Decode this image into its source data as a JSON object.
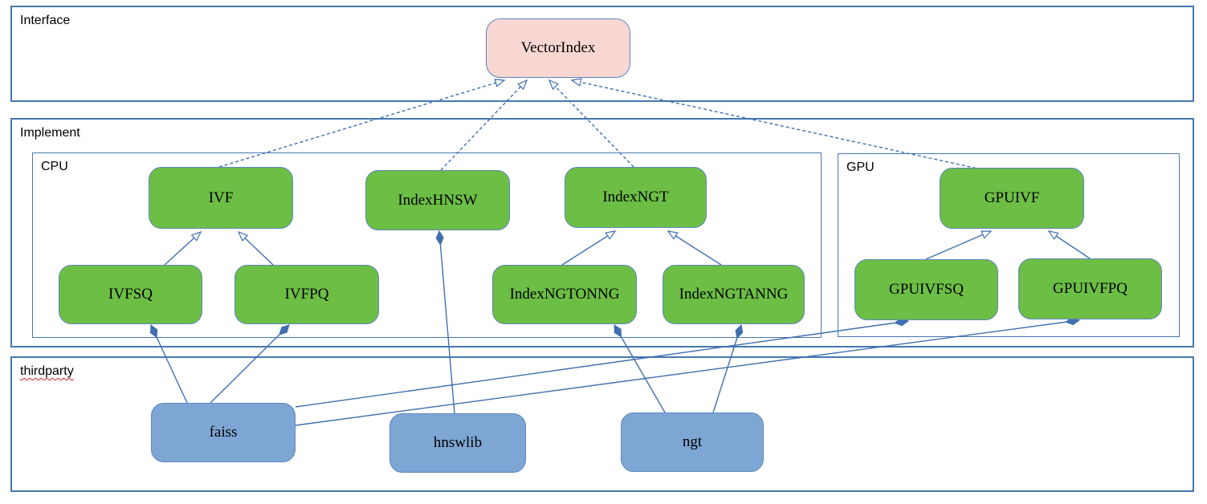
{
  "diagram": {
    "sections": {
      "interface": {
        "label": "Interface"
      },
      "implement": {
        "label": "Implement"
      },
      "cpu": {
        "label": "CPU"
      },
      "gpu": {
        "label": "GPU"
      },
      "thirdparty": {
        "label": "thirdparty"
      }
    },
    "nodes": {
      "vectorindex": {
        "label": "VectorIndex"
      },
      "ivf": {
        "label": "IVF"
      },
      "indexhnsw": {
        "label": "IndexHNSW"
      },
      "indexngt": {
        "label": "IndexNGT"
      },
      "ivfsq": {
        "label": "IVFSQ"
      },
      "ivfpq": {
        "label": "IVFPQ"
      },
      "indexngtonng": {
        "label": "IndexNGTONNG"
      },
      "indexngtanng": {
        "label": "IndexNGTANNG"
      },
      "gpuivf": {
        "label": "GPUIVF"
      },
      "gpuivfsq": {
        "label": "GPUIVFSQ"
      },
      "gpuivfpq": {
        "label": "GPUIVFPQ"
      },
      "faiss": {
        "label": "faiss"
      },
      "hnswlib": {
        "label": "hnswlib"
      },
      "ngt": {
        "label": "ngt"
      }
    },
    "edges": [
      {
        "from": "IVF",
        "to": "VectorIndex",
        "type": "realization",
        "style": "dashed-hollow-arrow"
      },
      {
        "from": "IndexHNSW",
        "to": "VectorIndex",
        "type": "realization",
        "style": "dashed-hollow-arrow"
      },
      {
        "from": "IndexNGT",
        "to": "VectorIndex",
        "type": "realization",
        "style": "dashed-hollow-arrow"
      },
      {
        "from": "GPUIVF",
        "to": "VectorIndex",
        "type": "realization",
        "style": "dashed-hollow-arrow"
      },
      {
        "from": "IVFSQ",
        "to": "IVF",
        "type": "generalization",
        "style": "solid-hollow-arrow"
      },
      {
        "from": "IVFPQ",
        "to": "IVF",
        "type": "generalization",
        "style": "solid-hollow-arrow"
      },
      {
        "from": "IndexNGTONNG",
        "to": "IndexNGT",
        "type": "generalization",
        "style": "solid-hollow-arrow"
      },
      {
        "from": "IndexNGTANNG",
        "to": "IndexNGT",
        "type": "generalization",
        "style": "solid-hollow-arrow"
      },
      {
        "from": "GPUIVFSQ",
        "to": "GPUIVF",
        "type": "generalization",
        "style": "solid-hollow-arrow"
      },
      {
        "from": "GPUIVFPQ",
        "to": "GPUIVF",
        "type": "generalization",
        "style": "solid-hollow-arrow"
      },
      {
        "from": "IndexHNSW",
        "to": "hnswlib",
        "type": "composition",
        "style": "solid-filled-diamond"
      },
      {
        "from": "IVFSQ",
        "to": "faiss",
        "type": "composition",
        "style": "solid-filled-diamond"
      },
      {
        "from": "IVFPQ",
        "to": "faiss",
        "type": "composition",
        "style": "solid-filled-diamond"
      },
      {
        "from": "IndexNGTONNG",
        "to": "ngt",
        "type": "composition",
        "style": "solid-filled-diamond"
      },
      {
        "from": "IndexNGTANNG",
        "to": "ngt",
        "type": "composition",
        "style": "solid-filled-diamond"
      },
      {
        "from": "GPUIVFSQ",
        "to": "faiss",
        "type": "composition",
        "style": "solid-filled-diamond"
      },
      {
        "from": "GPUIVFPQ",
        "to": "faiss",
        "type": "composition",
        "style": "solid-filled-diamond"
      }
    ],
    "colors": {
      "line_color": "#3f6fae",
      "section_border": "#4577b2",
      "node_border": "#5e86bd",
      "node_green": "#6cbe45",
      "node_blue": "#7da6d4",
      "node_pink": "#f8d7d3",
      "squiggle": "#cc2020"
    }
  }
}
